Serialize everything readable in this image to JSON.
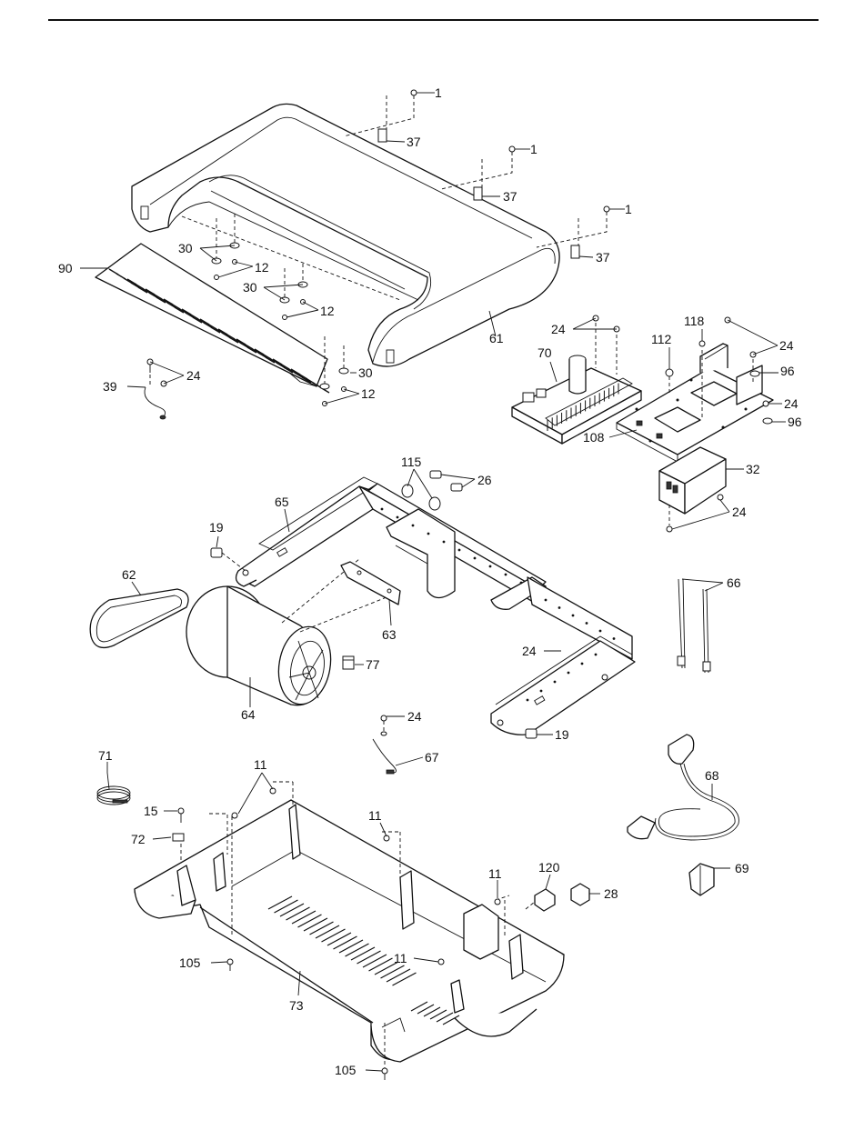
{
  "callouts": [
    "1",
    "37",
    "1",
    "37",
    "1",
    "37",
    "30",
    "12",
    "90",
    "30",
    "12",
    "61",
    "24",
    "70",
    "118",
    "24",
    "112",
    "96",
    "30",
    "24",
    "12",
    "39",
    "24",
    "96",
    "108",
    "115",
    "26",
    "32",
    "65",
    "19",
    "24",
    "62",
    "66",
    "63",
    "24",
    "77",
    "64",
    "24",
    "19",
    "67",
    "71",
    "11",
    "68",
    "15",
    "11",
    "72",
    "120",
    "69",
    "11",
    "28",
    "105",
    "11",
    "73",
    "105"
  ]
}
